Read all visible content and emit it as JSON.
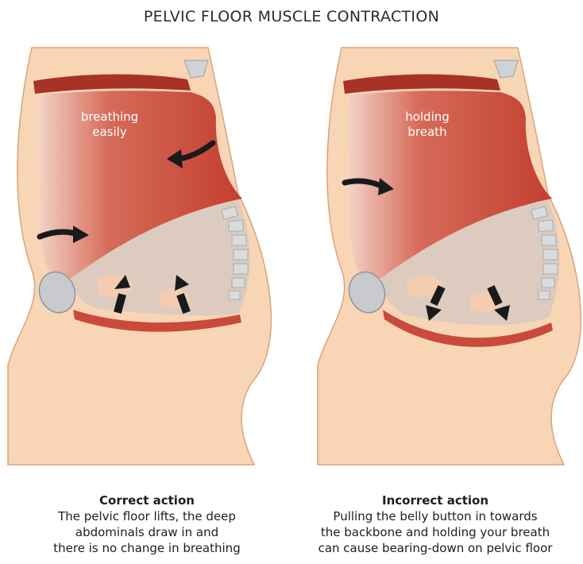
{
  "title": "PELVIC FLOOR MUSCLE CONTRACTION",
  "panels": [
    {
      "muscle_label_line1": "breathing",
      "muscle_label_line2": "easily",
      "caption_heading": "Correct action",
      "caption_lines": [
        "The pelvic floor lifts, the deep",
        "abdominals draw in and",
        "there is no change in breathing"
      ],
      "pelvic_arrows": "up"
    },
    {
      "muscle_label_line1": "holding",
      "muscle_label_line2": "breath",
      "caption_heading": "Incorrect action",
      "caption_lines": [
        "Pulling the belly button in towards",
        "the backbone and holding your breath",
        "can cause bearing-down on pelvic floor"
      ],
      "pelvic_arrows": "down"
    }
  ],
  "colors": {
    "skin": "#f8d5b4",
    "skin_outline": "#d8a47c",
    "muscle": "#c94a3c",
    "muscle_dark": "#a83226",
    "cavity": "#dccbbe",
    "bone": "#d0d3d6",
    "arrow": "#1a1a1a"
  }
}
